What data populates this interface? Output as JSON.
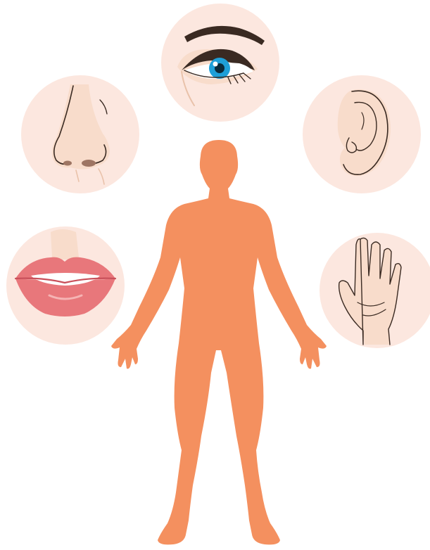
{
  "diagram": {
    "subject": "human-body-silhouette",
    "senses": [
      {
        "id": "sight",
        "icon": "eye-icon"
      },
      {
        "id": "smell",
        "icon": "nose-icon"
      },
      {
        "id": "hearing",
        "icon": "ear-icon"
      },
      {
        "id": "taste",
        "icon": "lips-icon"
      },
      {
        "id": "touch",
        "icon": "hand-icon"
      }
    ]
  },
  "colors": {
    "body": "#F4905F",
    "circle": "#FCE7DF",
    "skin": "#F8DCCB",
    "skin_shadow": "#E9C2AA",
    "outline": "#3A2A22",
    "iris": "#1E9FD8",
    "lips": "#E8777B",
    "lips_dark": "#C9505A",
    "teeth": "#FFFFFF"
  }
}
